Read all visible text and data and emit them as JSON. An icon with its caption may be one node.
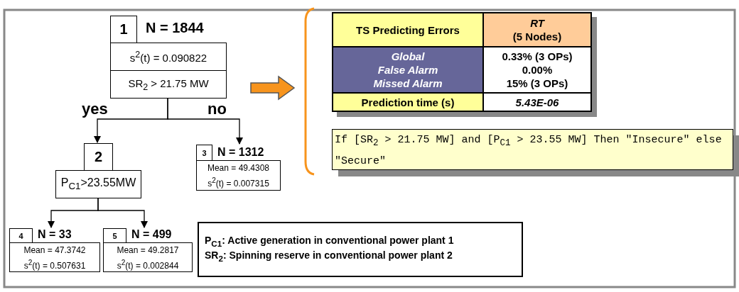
{
  "diagram": {
    "nodes": [
      {
        "text": [
          "1",
          "N = 1844",
          "s$^{2}$(t) = 0.090822",
          "SR$_{2}$ > 21.75 MW"
        ]
      },
      {
        "text": [
          "2",
          "P$_{C1}$>23.55MW"
        ]
      },
      {
        "text": [
          "3",
          "N = 1312",
          "Mean = 49.4308",
          "s$^{2}$(t) = 0.007315"
        ]
      },
      {
        "text": [
          "4",
          "N = 33",
          "Mean = 47.3742",
          "s$^{2}$(t) = 0.507631"
        ]
      },
      {
        "text": [
          "5",
          "N = 499",
          "Mean = 49.2817",
          "s$^{2}$(t) = 0.002844"
        ]
      },
      {
        "text": [
          "If [SR$_{2}$ > 21.75 MW] and [P$_{C1}$ > 23.55 MW] Then \"Insecure\" else \"Secure\""
        ]
      },
      {
        "text": [
          "P$_{C1}$: Active generation in conventional power plant 1",
          "SR$_{2}$: Spinning reserve in conventional power plant 2"
        ]
      }
    ],
    "edges": [
      {
        "from": 0,
        "to": 1,
        "arrow": "to",
        "label": "yes"
      },
      {
        "from": 0,
        "to": 2,
        "arrow": "to",
        "label": "no"
      },
      {
        "from": 1,
        "to": 3,
        "arrow": "to"
      },
      {
        "from": 1,
        "to": 4,
        "arrow": "to"
      }
    ],
    "labels": [
      "TS Predicting Errors",
      "RT",
      "(5 Nodes)",
      "Global",
      "0.33% (3 OPs)",
      "False Alarm",
      "0.00%",
      "Missed Alarm",
      "15% (3 OPs)",
      "Prediction time (s)",
      "5.43E-06"
    ]
  }
}
